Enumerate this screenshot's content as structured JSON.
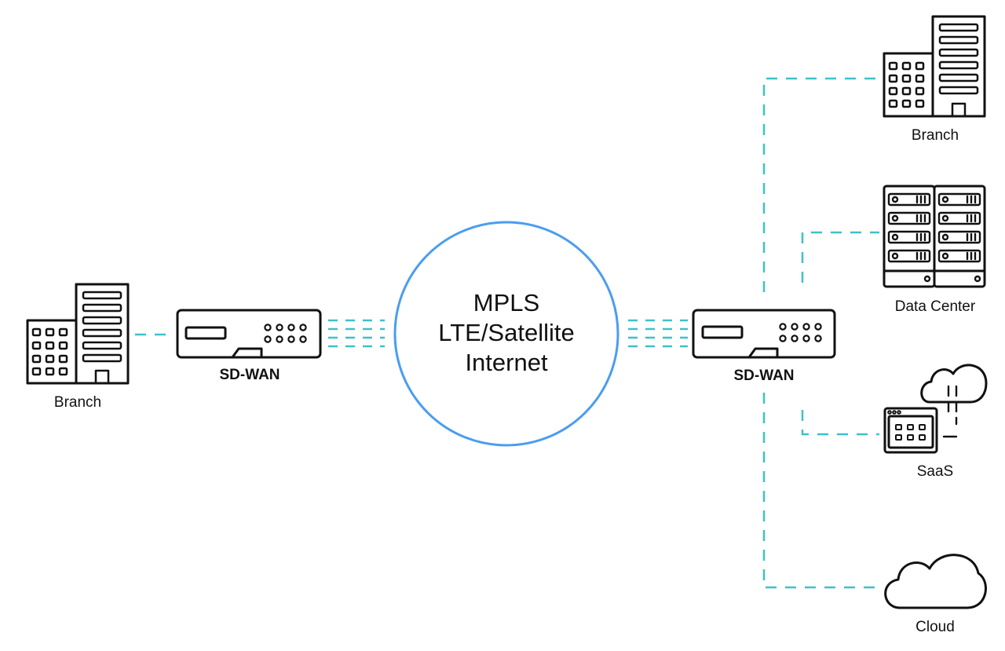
{
  "core": {
    "lines": [
      "MPLS",
      "LTE/Satellite",
      "Internet"
    ]
  },
  "left": {
    "branch_label": "Branch",
    "sdwan_label": "SD-WAN"
  },
  "right": {
    "sdwan_label": "SD-WAN",
    "destinations": [
      {
        "label": "Branch",
        "icon": "office-building-icon"
      },
      {
        "label": "Data Center",
        "icon": "server-rack-icon"
      },
      {
        "label": "SaaS",
        "icon": "saas-app-window-icon"
      },
      {
        "label": "Cloud",
        "icon": "cloud-icon"
      }
    ]
  },
  "colors": {
    "link_dash": "#3ec1c9",
    "network_ring": "#4a9df0",
    "ink": "#111111"
  }
}
